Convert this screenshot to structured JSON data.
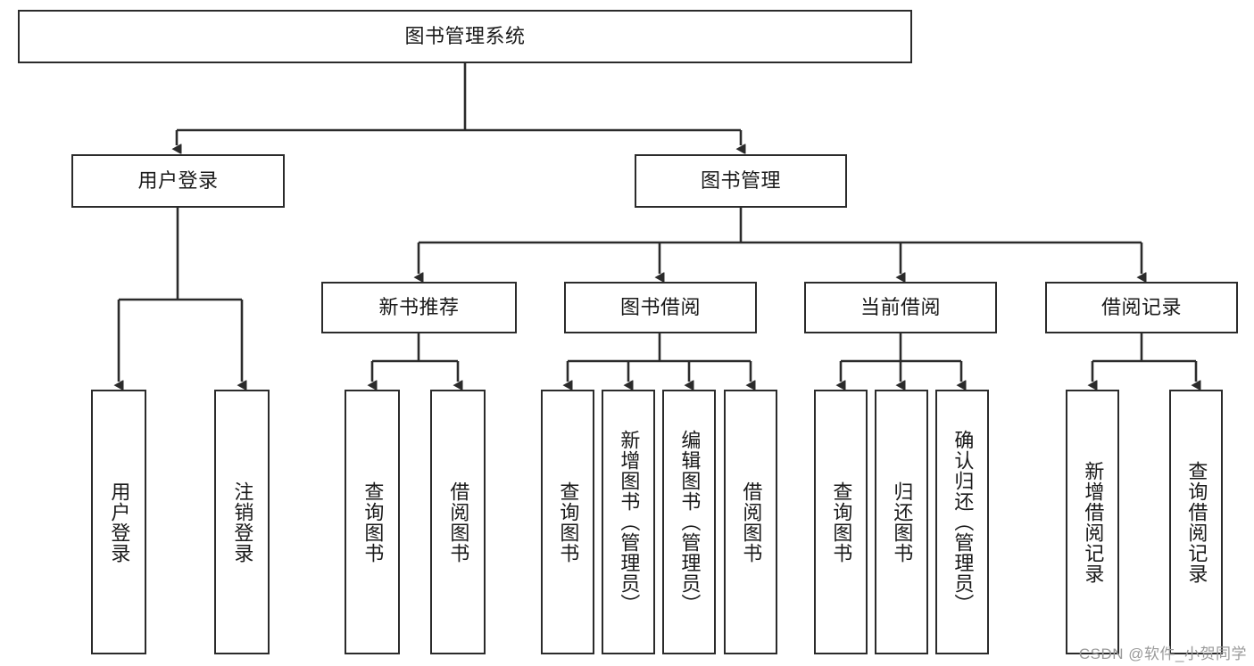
{
  "diagram": {
    "type": "tree-hierarchy",
    "title": "图书管理系统",
    "background_color": "#ffffff",
    "line_color": "#2b2b2b",
    "text_color": "#1a1a1a",
    "root": {
      "id": "root",
      "label": "图书管理系统",
      "orientation": "horizontal"
    },
    "level2": [
      {
        "id": "user-login",
        "label": "用户登录",
        "orientation": "horizontal"
      },
      {
        "id": "book-manage",
        "label": "图书管理",
        "orientation": "horizontal"
      }
    ],
    "level3": [
      {
        "id": "new-book-rec",
        "label": "新书推荐",
        "orientation": "horizontal",
        "parent": "book-manage"
      },
      {
        "id": "book-borrow",
        "label": "图书借阅",
        "orientation": "horizontal",
        "parent": "book-manage"
      },
      {
        "id": "current-borrow",
        "label": "当前借阅",
        "orientation": "horizontal",
        "parent": "book-manage"
      },
      {
        "id": "borrow-record",
        "label": "借阅记录",
        "orientation": "horizontal",
        "parent": "book-manage"
      }
    ],
    "leaves": [
      {
        "id": "leaf-user-login",
        "label": "用户登录",
        "parent": "user-login"
      },
      {
        "id": "leaf-user-logout",
        "label": "注销登录",
        "parent": "user-login"
      },
      {
        "id": "leaf-query-book-1",
        "label": "查询图书",
        "parent": "new-book-rec"
      },
      {
        "id": "leaf-borrow-book-1",
        "label": "借阅图书",
        "parent": "new-book-rec"
      },
      {
        "id": "leaf-query-book-2",
        "label": "查询图书",
        "parent": "book-borrow"
      },
      {
        "id": "leaf-add-book",
        "label": "新增图书（管理员）",
        "parent": "book-borrow"
      },
      {
        "id": "leaf-edit-book",
        "label": "编辑图书（管理员）",
        "parent": "book-borrow"
      },
      {
        "id": "leaf-borrow-book-2",
        "label": "借阅图书",
        "parent": "book-borrow"
      },
      {
        "id": "leaf-query-book-3",
        "label": "查询图书",
        "parent": "current-borrow"
      },
      {
        "id": "leaf-return-book",
        "label": "归还图书",
        "parent": "current-borrow"
      },
      {
        "id": "leaf-confirm-return",
        "label": "确认归还（管理员）",
        "parent": "current-borrow"
      },
      {
        "id": "leaf-add-record",
        "label": "新增借阅记录",
        "parent": "borrow-record"
      },
      {
        "id": "leaf-query-record",
        "label": "查询借阅记录",
        "parent": "borrow-record"
      }
    ],
    "watermark": "CSDN @软件_小贺同学"
  }
}
